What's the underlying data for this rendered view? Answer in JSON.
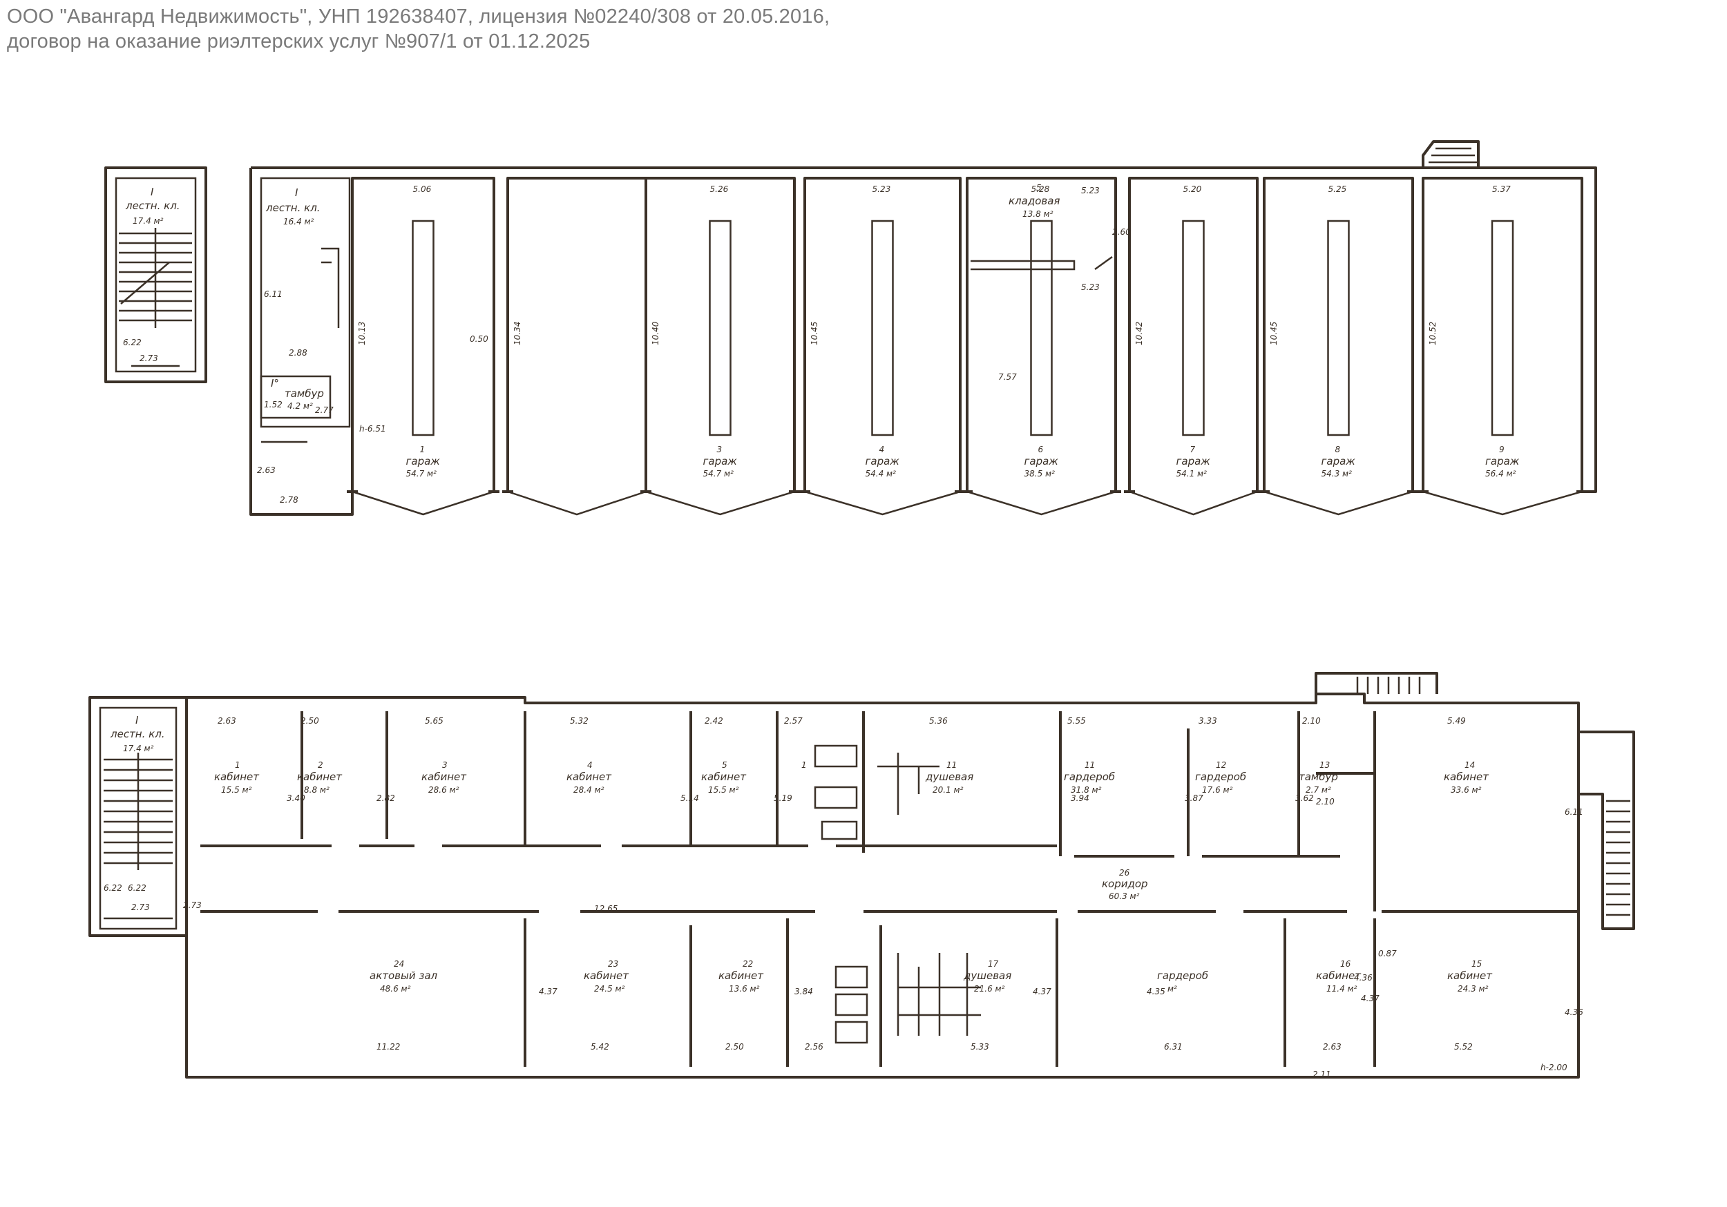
{
  "header": {
    "line1": "ООО \"Авангард Недвижимость\", УНП 192638407, лицензия №02240/308 от 20.05.2016,",
    "line2": "договор на оказание риэлтерских услуг №907/1 от 01.12.2025"
  },
  "floor1": {
    "stair": {
      "num": "I",
      "name": "лестн. кл.",
      "area": "17.4 м²",
      "dim_w": "2.73",
      "dim_h": "6.22"
    },
    "vestibule": {
      "num": "I",
      "name": "лестн. кл.",
      "area": "16.4 м²",
      "dim_h": "6.11",
      "dim_w": "2.88"
    },
    "tambour": {
      "num": "I°",
      "name": "тамбур",
      "area": "4.2 м²",
      "dim_a": "1.52",
      "dim_b": "2.77"
    },
    "entry": {
      "dim_w": "2.78",
      "dim_h": "2.63"
    },
    "height_mark": "h-6.51",
    "misc_dims": [
      "0.50",
      "7.57",
      "5.23",
      "2.60",
      "5.23"
    ],
    "garages": [
      {
        "num": "1",
        "name": "гараж",
        "area": "54.7 м²",
        "w": "5.06",
        "h": "10.13"
      },
      {
        "num": "",
        "name": "",
        "area": "",
        "w": "",
        "h": "10.34"
      },
      {
        "num": "3",
        "name": "гараж",
        "area": "54.7 м²",
        "w": "5.26",
        "h": "10.40"
      },
      {
        "num": "4",
        "name": "гараж",
        "area": "54.4 м²",
        "w": "5.23",
        "h": "10.45"
      },
      {
        "num": "6",
        "name": "гараж",
        "area": "38.5 м²",
        "w": "5.28",
        "h": ""
      },
      {
        "num": "7",
        "name": "гараж",
        "area": "54.1 м²",
        "w": "5.20",
        "h": "10.42"
      },
      {
        "num": "8",
        "name": "гараж",
        "area": "54.3 м²",
        "w": "5.25",
        "h": "10.45"
      },
      {
        "num": "9",
        "name": "гараж",
        "area": "56.4 м²",
        "w": "5.37",
        "h": "10.52"
      }
    ],
    "storage": {
      "num": "5",
      "name": "кладовая",
      "area": "13.8 м²"
    }
  },
  "floor2": {
    "stair": {
      "num": "I",
      "name": "лестн. кл.",
      "area": "17.4 м²",
      "dim_w": "2.73",
      "dim_h": "6.22"
    },
    "rooms_top": [
      {
        "num": "1",
        "name": "кабинет",
        "area": "15.5 м²",
        "dim": "2.63"
      },
      {
        "num": "2",
        "name": "кабинет",
        "area": "8.8 м²",
        "dim": "2.50"
      },
      {
        "num": "3",
        "name": "кабинет",
        "area": "28.6 м²",
        "dim": "5.65"
      },
      {
        "num": "4",
        "name": "кабинет",
        "area": "28.4 м²",
        "dim": "5.32"
      },
      {
        "num": "5",
        "name": "кабинет",
        "area": "15.5 м²",
        "dim": "2.42"
      },
      {
        "num": "1",
        "name": "",
        "area": "",
        "dim": "2.57"
      },
      {
        "num": "11",
        "name": "душевая",
        "area": "20.1 м²",
        "dim": "5.36"
      },
      {
        "num": "11",
        "name": "гардероб",
        "area": "31.8 м²",
        "dim": "5.55"
      },
      {
        "num": "12",
        "name": "гардероб",
        "area": "17.6 м²",
        "dim": "3.33"
      },
      {
        "num": "13",
        "name": "тамбур",
        "area": "2.7 м²",
        "dim": "2.10"
      },
      {
        "num": "14",
        "name": "кабинет",
        "area": "33.6 м²",
        "dim": "5.49"
      }
    ],
    "corridor": {
      "num": "26",
      "name": "коридор",
      "area": "60.3 м²"
    },
    "rooms_bottom": [
      {
        "num": "24",
        "name": "актовый зал",
        "area": "48.6 м²",
        "dim": "11.22"
      },
      {
        "num": "23",
        "name": "кабинет",
        "area": "24.5 м²",
        "dim": "5.42"
      },
      {
        "num": "22",
        "name": "кабинет",
        "area": "13.6 м²",
        "dim": "2.50"
      },
      {
        "num": "",
        "name": "",
        "area": "",
        "dim": "2.56"
      },
      {
        "num": "17",
        "name": "душевая",
        "area": "21.6 м²",
        "dim": "5.33"
      },
      {
        "num": "",
        "name": "гардероб",
        "area": "м²",
        "dim": "6.31"
      },
      {
        "num": "16",
        "name": "кабинет",
        "area": "11.4 м²",
        "dim": "2.63"
      },
      {
        "num": "15",
        "name": "кабинет",
        "area": "24.3 м²",
        "dim": "5.52"
      }
    ],
    "misc_dims": [
      "2.73",
      "6.22",
      "3.40",
      "2.82",
      "5.14",
      "5.19",
      "4.37",
      "3.84",
      "3.94",
      "3.87",
      "3.62",
      "2.10",
      "6.11",
      "4.36",
      "0.87",
      "4.36",
      "4.35",
      "4.37",
      "4.37",
      "2.11",
      "12.65",
      "h-2.00"
    ]
  },
  "colors": {
    "ink": "#3b3128",
    "header": "#7a7a7a",
    "paper": "#ffffff"
  }
}
